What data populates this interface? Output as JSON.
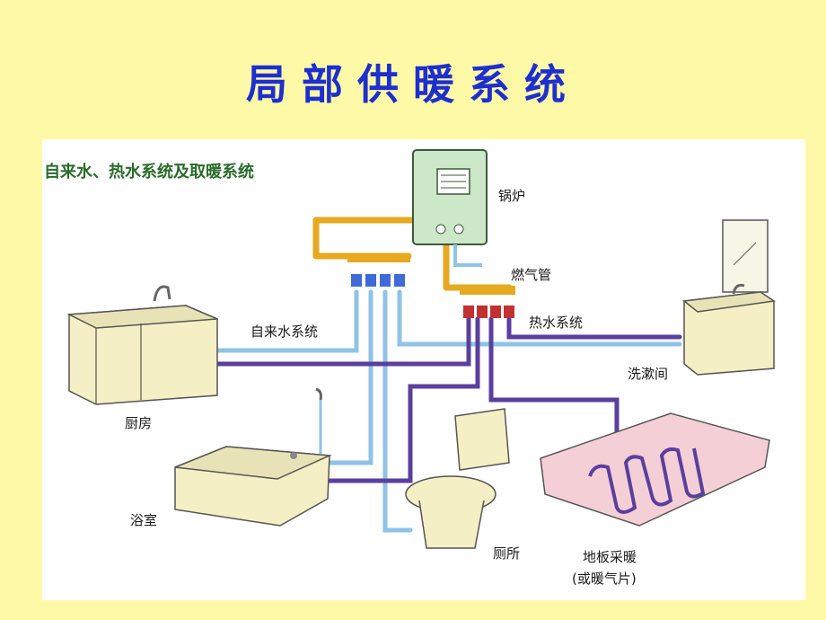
{
  "title": "局部供暖系统",
  "diagram": {
    "heading": "自来水、热水系统及取暖系统",
    "labels": {
      "boiler": "锅炉",
      "gas_pipe": "燃气管",
      "tap_water_system": "自来水系统",
      "hot_water_system": "热水系统",
      "kitchen": "厨房",
      "washroom": "洗漱间",
      "bathroom": "浴室",
      "toilet": "厕所",
      "floor_heating_line1": "地板采暖",
      "floor_heating_line2": "(或暖气片)"
    },
    "colors": {
      "cold_pipe": "#8fc3e6",
      "hot_pipe": "#5a3f9e",
      "supply_pipe": "#e6a91f",
      "boiler_body": "#cde8c8",
      "fixture_body": "#f4efc4",
      "floor_plate": "#f5cfd6"
    }
  }
}
